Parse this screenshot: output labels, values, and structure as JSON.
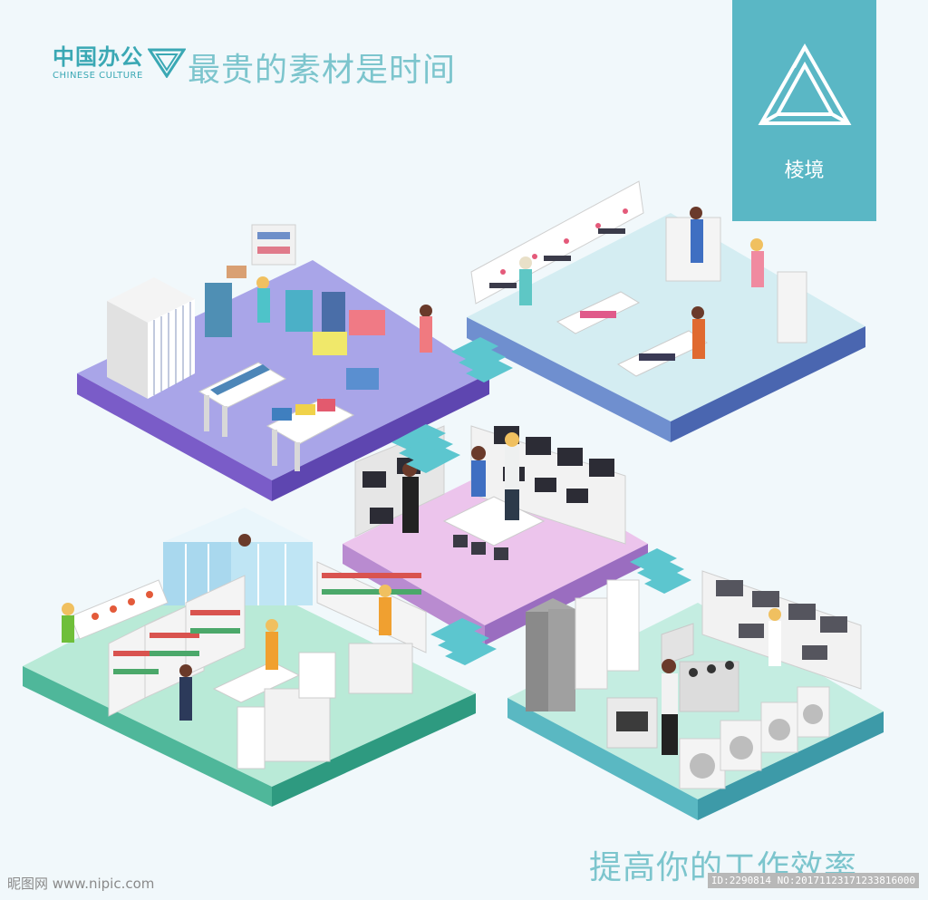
{
  "brand": {
    "cn": "中国办公",
    "en": "CHINESE CULTURE"
  },
  "slogan": "最贵的素材是时间",
  "badge": {
    "label": "棱境"
  },
  "bottom_slogan": "提高你的工作效率",
  "watermark": "昵图网 www.nipic.com",
  "id_text": "ID:2290814 NO:20171123171233816000",
  "colors": {
    "clothing_floor": "#a7a3e6",
    "cosmetics_floor": "#d3ecf1",
    "electronics_floor": "#ebc3eb",
    "grocery_floor": "#b7ead8",
    "appliance_floor": "#c2ecdf",
    "stairs": "#5cc6cf",
    "badge": "#5ab7c5"
  }
}
